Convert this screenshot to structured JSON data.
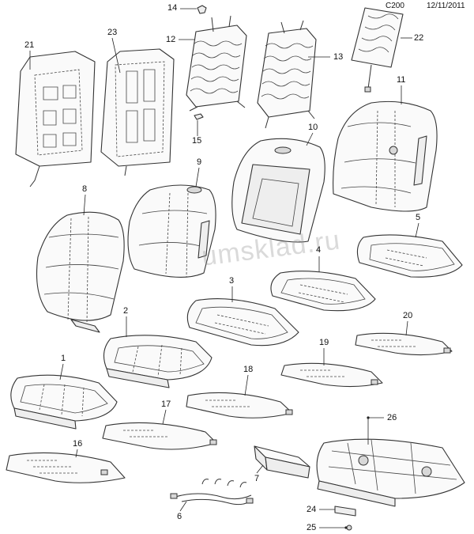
{
  "header": {
    "diagram_code": "C200",
    "date": "12/11/2011"
  },
  "watermark": "umsklad.ru",
  "callouts": [
    {
      "id": "c1",
      "label": "1"
    },
    {
      "id": "c2",
      "label": "2"
    },
    {
      "id": "c3",
      "label": "3"
    },
    {
      "id": "c4",
      "label": "4"
    },
    {
      "id": "c5",
      "label": "5"
    },
    {
      "id": "c6",
      "label": "6"
    },
    {
      "id": "c7",
      "label": "7"
    },
    {
      "id": "c8",
      "label": "8"
    },
    {
      "id": "c9",
      "label": "9"
    },
    {
      "id": "c10",
      "label": "10"
    },
    {
      "id": "c11",
      "label": "11"
    },
    {
      "id": "c12",
      "label": "12"
    },
    {
      "id": "c13",
      "label": "13"
    },
    {
      "id": "c14",
      "label": "14"
    },
    {
      "id": "c15",
      "label": "15"
    },
    {
      "id": "c16",
      "label": "16"
    },
    {
      "id": "c17",
      "label": "17"
    },
    {
      "id": "c18",
      "label": "18"
    },
    {
      "id": "c19",
      "label": "19"
    },
    {
      "id": "c20",
      "label": "20"
    },
    {
      "id": "c21",
      "label": "21"
    },
    {
      "id": "c22",
      "label": "22"
    },
    {
      "id": "c23",
      "label": "23"
    },
    {
      "id": "c24",
      "label": "24"
    },
    {
      "id": "c25",
      "label": "25"
    },
    {
      "id": "c26",
      "label": "26"
    }
  ]
}
